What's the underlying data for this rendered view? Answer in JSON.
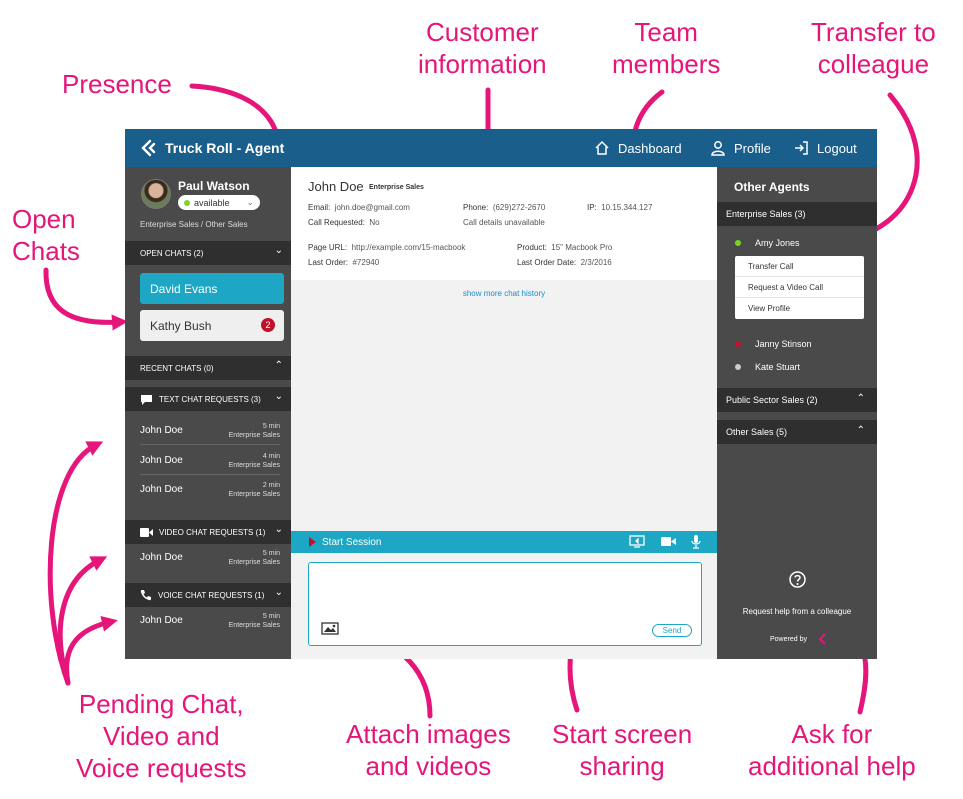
{
  "annotations": {
    "presence": "Presence",
    "customer_info": [
      "Customer",
      "information"
    ],
    "team_members": [
      "Team",
      "members"
    ],
    "transfer": [
      "Transfer to",
      "colleague"
    ],
    "open_chats": [
      "Open",
      "Chats"
    ],
    "pending": [
      "Pending Chat,",
      "Video and",
      "Voice requests"
    ],
    "attach": [
      "Attach images",
      "and videos"
    ],
    "screen_share": [
      "Start screen",
      "sharing"
    ],
    "help": [
      "Ask for",
      "additional help"
    ]
  },
  "app": {
    "title": "Truck Roll - Agent",
    "nav": {
      "dashboard": "Dashboard",
      "profile": "Profile",
      "logout": "Logout"
    }
  },
  "agent": {
    "name": "Paul Watson",
    "status": "available",
    "teams": "Enterprise Sales / Other Sales"
  },
  "left": {
    "open_chats_label": "OPEN CHATS (2)",
    "open_chats": [
      {
        "name": "David Evans",
        "badge": ""
      },
      {
        "name": "Kathy Bush",
        "badge": "2"
      }
    ],
    "recent_label": "RECENT CHATS (0)",
    "text_label": "TEXT CHAT REQUESTS (3)",
    "text_requests": [
      {
        "name": "John Doe",
        "time": "5 min",
        "team": "Enterprise Sales"
      },
      {
        "name": "John Doe",
        "time": "4 min",
        "team": "Enterprise Sales"
      },
      {
        "name": "John Doe",
        "time": "2 min",
        "team": "Enterprise Sales"
      }
    ],
    "video_label": "VIDEO CHAT REQUESTS (1)",
    "video_requests": [
      {
        "name": "John Doe",
        "time": "5 min",
        "team": "Enterprise Sales"
      }
    ],
    "voice_label": "VOICE CHAT REQUESTS (1)",
    "voice_requests": [
      {
        "name": "John Doe",
        "time": "5 min",
        "team": "Enterprise Sales"
      }
    ]
  },
  "customer": {
    "name": "John Doe",
    "tag": "Enterprise Sales",
    "email_label": "Email:",
    "email": "john.doe@gmail.com",
    "phone_label": "Phone:",
    "phone": "(629)272-2670",
    "ip_label": "IP:",
    "ip": "10.15.344.127",
    "call_req_label": "Call Requested:",
    "call_req": "No",
    "call_details": "Call details unavailable",
    "page_url_label": "Page URL:",
    "page_url": "http://example.com/15-macbook",
    "product_label": "Product:",
    "product": "15\" Macbook Pro",
    "last_order_label": "Last Order:",
    "last_order": "#72940",
    "last_order_date_label": "Last Order Date:",
    "last_order_date": "2/3/2016",
    "more_history": "show more chat history"
  },
  "session": {
    "start": "Start Session",
    "send": "Send"
  },
  "right": {
    "title": "Other Agents",
    "enterprise_label": "Enterprise Sales (3)",
    "agents": [
      {
        "name": "Amy Jones",
        "color": "#7fd321"
      },
      {
        "name": "Janny Stinson",
        "color": "#c0122a"
      },
      {
        "name": "Kate Stuart",
        "color": "#cccccc"
      }
    ],
    "menu": [
      "Transfer Call",
      "Request a Video Call",
      "View Profile"
    ],
    "public_label": "Public Sector Sales (2)",
    "other_label": "Other Sales (5)",
    "help": "Request help from a colleague",
    "powered": "Powered by"
  },
  "colors": {
    "accent": "#e5157a",
    "topbar": "#1a5f8c",
    "teal": "#1ea7c4",
    "sidebar": "#4a4a4a"
  }
}
